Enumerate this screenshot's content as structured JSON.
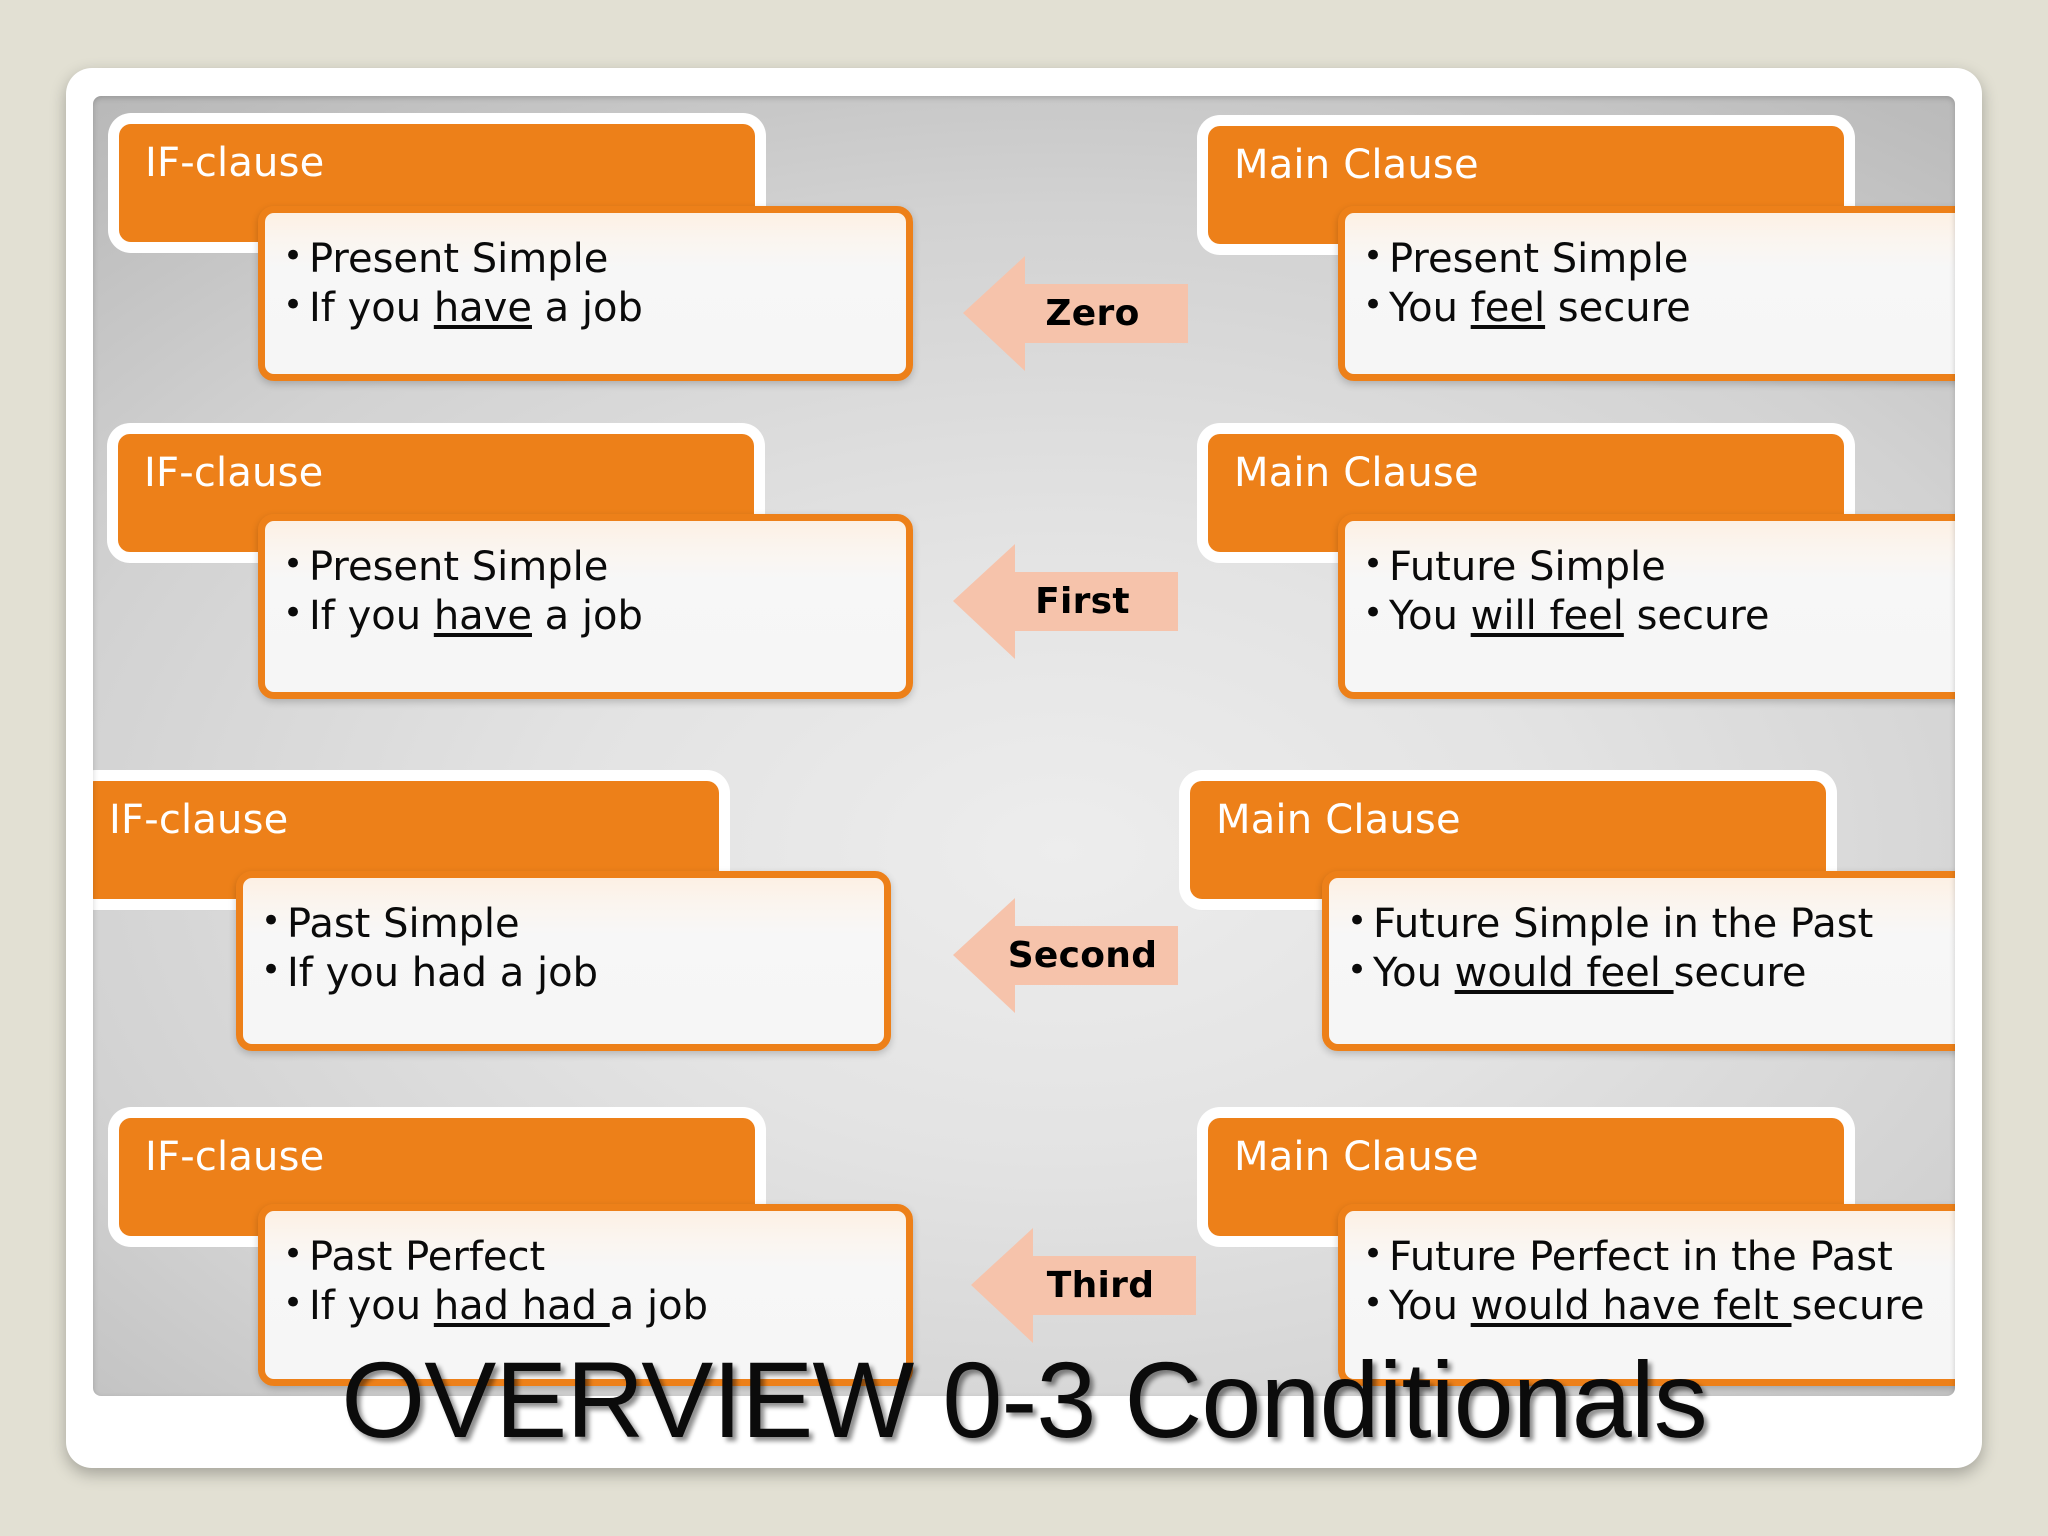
{
  "slide": {
    "title": "OVERVIEW 0-3 Conditionals",
    "colors": {
      "page_background": "#E2E0D3",
      "slide_background": "#FFFFFF",
      "header_orange": "#ED8019",
      "arrow_peach": "#F6C3AB",
      "bullet_panel": "#F6F6F6",
      "text_dark": "#0A0A0A"
    }
  },
  "rows": [
    {
      "arrow_label": "Zero",
      "if_clause": {
        "header": "IF-clause",
        "bullets": [
          {
            "pre": "Present Simple",
            "underline": "",
            "post": ""
          },
          {
            "pre": "If you ",
            "underline": "have",
            "post": " a job"
          }
        ]
      },
      "main_clause": {
        "header": "Main Clause",
        "bullets": [
          {
            "pre": "Present Simple",
            "underline": "",
            "post": ""
          },
          {
            "pre": "You ",
            "underline": "feel",
            "post": " secure"
          }
        ]
      }
    },
    {
      "arrow_label": "First",
      "if_clause": {
        "header": "IF-clause",
        "bullets": [
          {
            "pre": "Present Simple",
            "underline": "",
            "post": ""
          },
          {
            "pre": "If you ",
            "underline": "have",
            "post": " a job"
          }
        ]
      },
      "main_clause": {
        "header": "Main Clause",
        "bullets": [
          {
            "pre": "Future Simple",
            "underline": "",
            "post": ""
          },
          {
            "pre": "You ",
            "underline": "will feel",
            "post": " secure"
          }
        ]
      }
    },
    {
      "arrow_label": "Second",
      "if_clause": {
        "header": "IF-clause",
        "bullets": [
          {
            "pre": "Past Simple",
            "underline": "",
            "post": ""
          },
          {
            "pre": "If you had a job",
            "underline": "",
            "post": ""
          }
        ]
      },
      "main_clause": {
        "header": "Main Clause",
        "bullets": [
          {
            "pre": "Future Simple in the Past",
            "underline": "",
            "post": ""
          },
          {
            "pre": "You ",
            "underline": "would feel ",
            "post": "secure"
          }
        ]
      }
    },
    {
      "arrow_label": "Third",
      "if_clause": {
        "header": "IF-clause",
        "bullets": [
          {
            "pre": "Past Perfect",
            "underline": "",
            "post": ""
          },
          {
            "pre": "If you ",
            "underline": "had had ",
            "post": "a job"
          }
        ]
      },
      "main_clause": {
        "header": "Main Clause",
        "bullets": [
          {
            "pre": "Future Perfect in the Past",
            "underline": "",
            "post": ""
          },
          {
            "pre": "You ",
            "underline": "would have felt ",
            "post": "secure"
          }
        ]
      }
    }
  ]
}
